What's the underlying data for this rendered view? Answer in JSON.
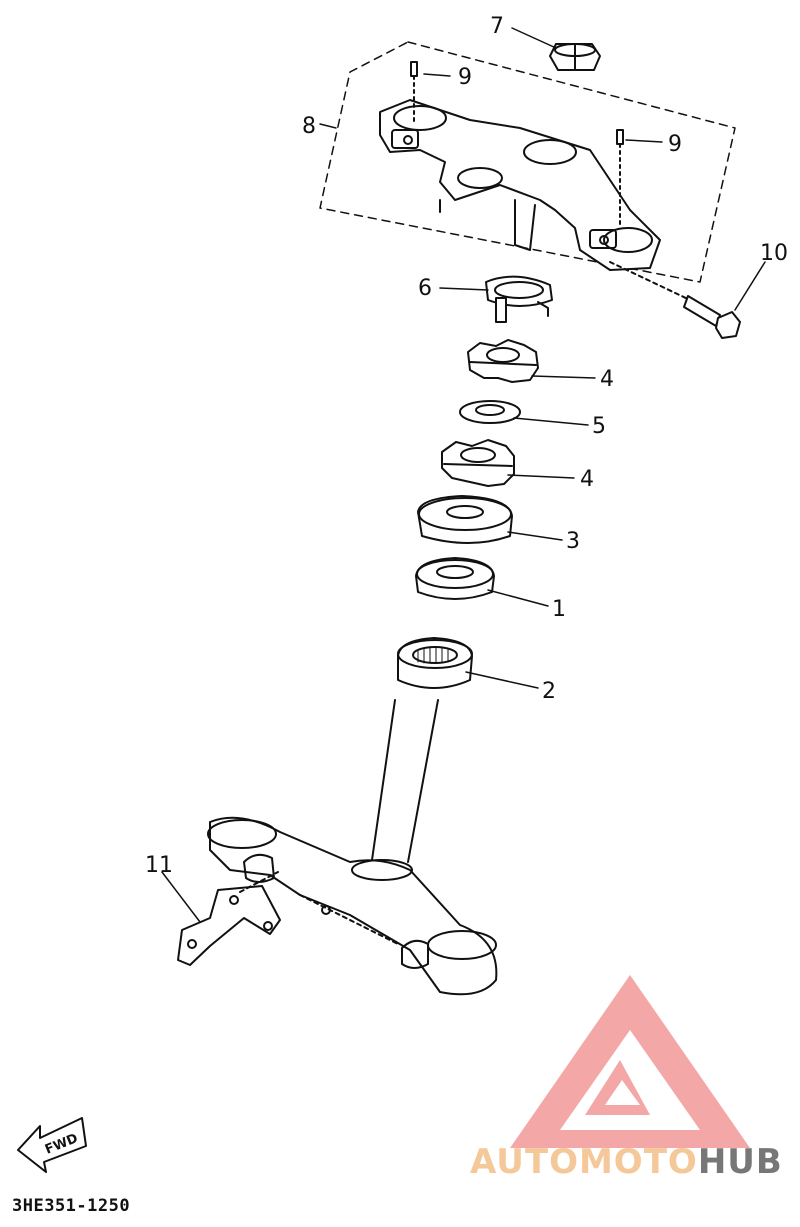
{
  "callouts": {
    "c1": "1",
    "c2": "2",
    "c3": "3",
    "c4a": "4",
    "c4b": "4",
    "c5": "5",
    "c6": "6",
    "c7": "7",
    "c8": "8",
    "c9a": "9",
    "c9b": "9",
    "c10": "10",
    "c11": "11"
  },
  "fwd_label": "FWD",
  "reference_code": "3HE351-1250",
  "watermark": {
    "part1": "AUTOMOTO",
    "part2": "HUB",
    "logo_color": "#f08a8a",
    "text_color_1": "#f5c89a",
    "text_color_2": "#777777"
  }
}
